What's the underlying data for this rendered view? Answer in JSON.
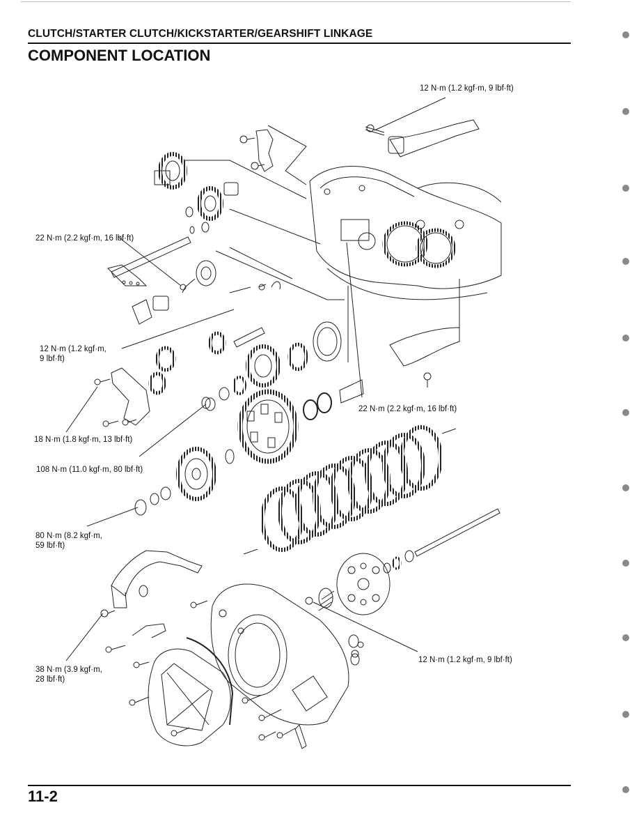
{
  "header": {
    "section_title": "CLUTCH/STARTER CLUTCH/KICKSTARTER/GEARSHIFT LINKAGE",
    "page_title": "COMPONENT LOCATION"
  },
  "callouts": [
    {
      "id": "kick-pedal-bolt",
      "text": "12 N·m (1.2 kgf·m, 9 lbf·ft)"
    },
    {
      "id": "shift-drum-center",
      "text": "22 N·m (2.2 kgf·m, 16 lbf·ft)"
    },
    {
      "id": "stopper-arm-bolt",
      "text": "12 N·m (1.2 kgf·m,\n9 lbf·ft)"
    },
    {
      "id": "primary-drive-nut",
      "text": "22 N·m (2.2 kgf·m, 16 lbf·ft)"
    },
    {
      "id": "kickstarter-bolt",
      "text": "18 N·m (1.8 kgf·m, 13 lbf·ft)"
    },
    {
      "id": "clutch-center-nut",
      "text": "108 N·m (11.0 kgf·m, 80 lbf·ft)"
    },
    {
      "id": "drive-gear-nut",
      "text": "80 N·m (8.2 kgf·m,\n59 lbf·ft)"
    },
    {
      "id": "clutch-spring-bolt",
      "text": "12 N·m (1.2 kgf·m, 9 lbf·ft)"
    },
    {
      "id": "right-cover-bolt",
      "text": "38 N·m (3.9 kgf·m,\n28 lbf·ft)"
    }
  ],
  "footer": {
    "page_number": "11-2"
  }
}
